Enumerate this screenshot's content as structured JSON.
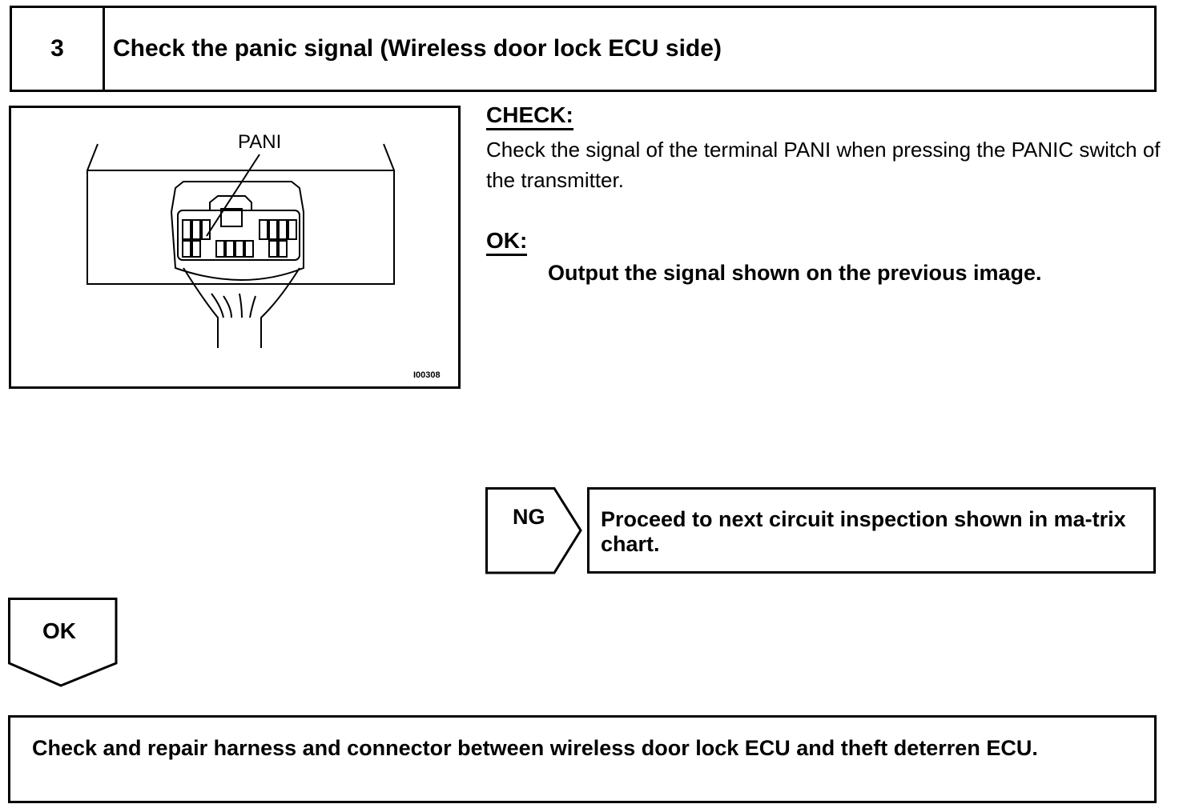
{
  "header": {
    "step_number": "3",
    "title": "Check the panic signal (Wireless door lock ECU side)"
  },
  "figure": {
    "terminal_label": "PANI",
    "image_code": "I00308"
  },
  "check": {
    "heading": "CHECK:",
    "text": "Check the signal of the terminal PANI when pressing the PANIC switch of the transmitter."
  },
  "ok_section": {
    "heading": "OK:",
    "text": "Output the signal shown on the previous  image."
  },
  "ng": {
    "label": "NG",
    "text": "Proceed to next circuit inspection shown in ma-trix chart."
  },
  "ok_flow": {
    "label": "OK"
  },
  "final": {
    "text": "Check and repair harness and connector between wireless door lock ECU and theft deterren ECU."
  }
}
